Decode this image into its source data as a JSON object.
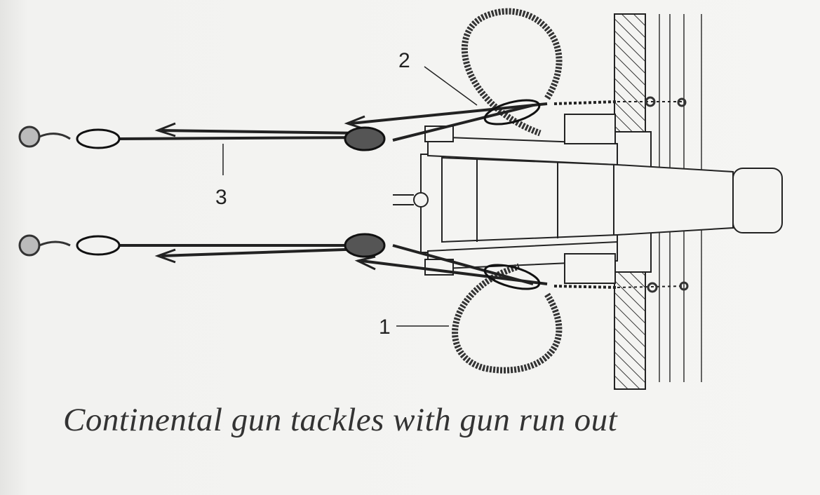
{
  "figure": {
    "caption": "Continental gun tackles with gun run out",
    "labels": [
      {
        "id": "1",
        "text": "1"
      },
      {
        "id": "2",
        "text": "2"
      },
      {
        "id": "3",
        "text": "3"
      }
    ]
  }
}
